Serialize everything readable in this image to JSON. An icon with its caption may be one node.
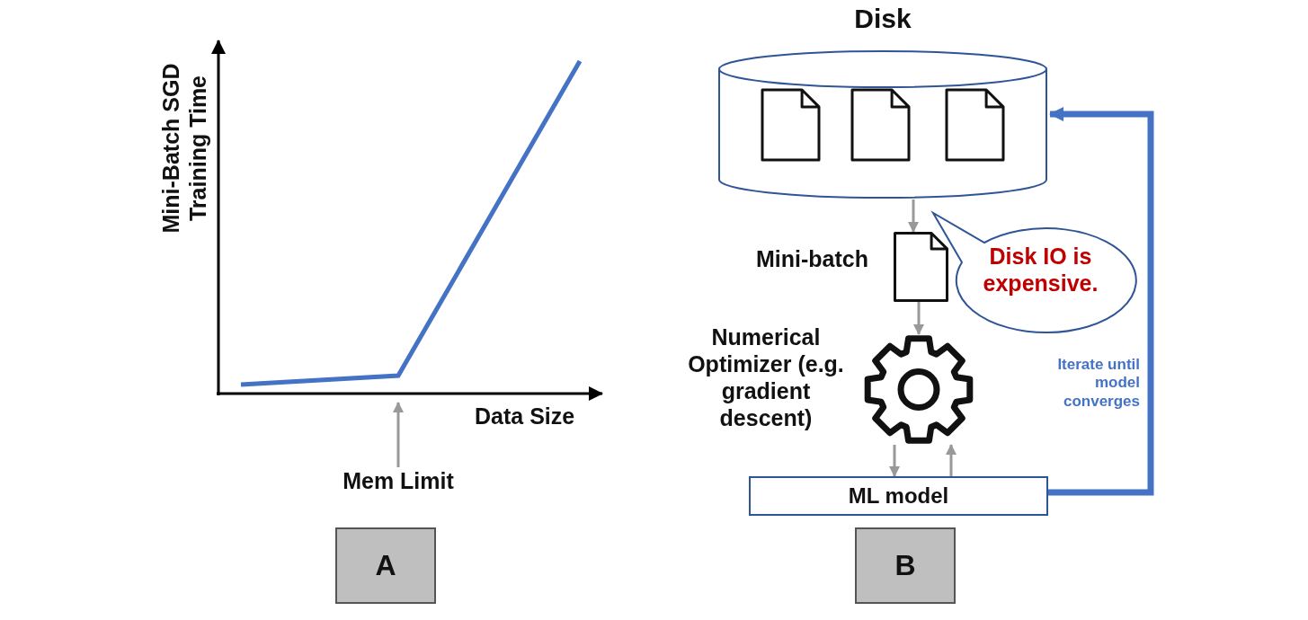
{
  "diagram": {
    "nodes": [
      {
        "text": [
          "Disk"
        ]
      },
      {
        "text": [],
        "shape": "document",
        "beside": [
          "Mini-batch"
        ]
      },
      {
        "text": [],
        "shape": "gear",
        "beside": [
          "Numerical Optimizer (e.g. gradient descent)"
        ]
      },
      {
        "text": [
          "ML model"
        ]
      },
      {
        "text": [
          "Disk IO is expensive."
        ]
      },
      {
        "text": [
          "A"
        ]
      },
      {
        "text": [
          "B"
        ]
      },
      {
        "text": [
          "Mem Limit"
        ]
      }
    ],
    "edges": [
      {
        "from": 0,
        "to": 1,
        "arrow": "to"
      },
      {
        "from": 1,
        "to": 2,
        "arrow": "to"
      },
      {
        "from": 2,
        "to": 3,
        "arrow": "to"
      },
      {
        "from": 3,
        "to": 2,
        "arrow": "to"
      },
      {
        "from": 3,
        "to": 0,
        "arrow": "to",
        "label": "Iterate until model converges",
        "style": "thick",
        "color": "#4472c4"
      },
      {
        "from": 7,
        "to": null,
        "arrow": "to"
      }
    ],
    "labels": [
      "Mini-Batch SGD Training Time",
      "Data Size"
    ]
  }
}
